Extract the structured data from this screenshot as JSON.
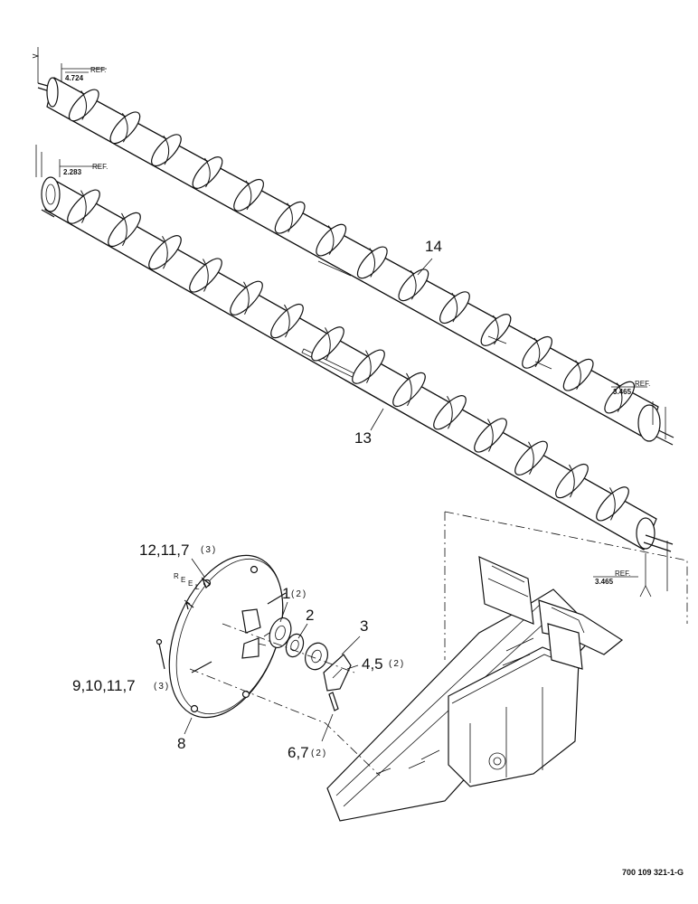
{
  "dimensions": {
    "upper_auger_left": {
      "value": "4.724",
      "suffix": "REF."
    },
    "lower_auger_left": {
      "value": "2.283",
      "suffix": "REF."
    },
    "upper_auger_right": {
      "value": "3.465",
      "suffix": "REF."
    },
    "frame_right": {
      "value": "3.465",
      "suffix": "REF."
    }
  },
  "callouts": {
    "c14": {
      "text": "14"
    },
    "c13": {
      "text": "13"
    },
    "c12": {
      "text": "12,11,7",
      "qty": "(3)"
    },
    "c1": {
      "text": "1",
      "qty": "(2)"
    },
    "c2": {
      "text": "2"
    },
    "c3": {
      "text": "3"
    },
    "c45": {
      "text": "4,5",
      "qty": "(2)"
    },
    "c9": {
      "text": "9,10,11,7",
      "qty": "(3)"
    },
    "c8": {
      "text": "8"
    },
    "c67": {
      "text": "6,7",
      "qty": "(2)"
    }
  },
  "reel_letters": [
    "R",
    "E",
    "E",
    "L"
  ],
  "part_number": "700 109 321-1-G",
  "colors": {
    "ink": "#111111",
    "paper": "#ffffff"
  }
}
